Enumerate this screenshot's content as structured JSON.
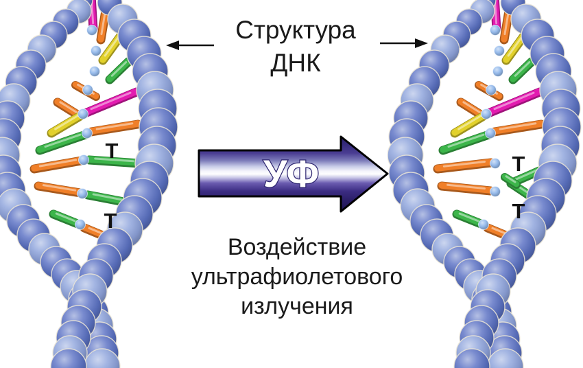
{
  "title": {
    "line1": "Структура",
    "line2": "ДНК"
  },
  "uv_arrow": {
    "label": "УФ"
  },
  "caption": {
    "line1": "Воздействие",
    "line2": "ультрафиолетового",
    "line3": "излучения"
  },
  "dna_left": {
    "t_upper": "T",
    "t_lower": "T"
  },
  "dna_right": {
    "t_upper": "T",
    "t_lower": "T"
  },
  "icons": {
    "left_pointer": "left-arrow",
    "right_pointer": "right-arrow",
    "uv_pointer": "right-block-arrow"
  },
  "colors": {
    "background": "#ffffff",
    "text": "#1a1a1a",
    "backbone_blue": "#5b72c4",
    "backbone_blue_light": "#8ea3dc",
    "connector_blue": "#8fb6ea",
    "rung_orange": "#f07f28",
    "rung_green": "#3cb54a",
    "rung_yellow": "#e2d12b",
    "rung_magenta": "#e31bb0",
    "rung_red": "#cc2533",
    "uv_arrow_dark": "#241a5e",
    "uv_arrow_mid": "#4a3d92",
    "uv_arrow_streak": "#ffffff",
    "outline_black": "#000000"
  }
}
